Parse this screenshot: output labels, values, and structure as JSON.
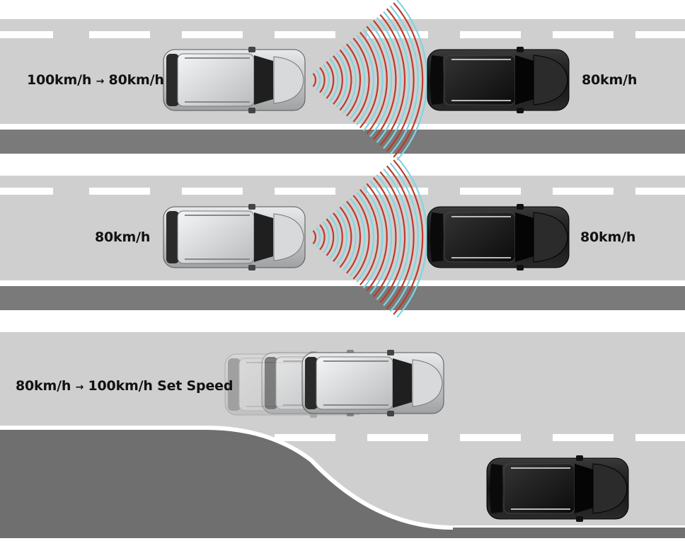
{
  "colors": {
    "road": "#cfcfcf",
    "median": "#7a7a7a",
    "lane_marking": "#ffffff",
    "ego_car": "#c9cbcd",
    "lead_car": "#1c1c1c",
    "radar_red": "#c0392b",
    "radar_cyan": "#7fd6e0",
    "text": "#111111"
  },
  "scene_1": {
    "ego_speed_label": "100km/h",
    "ego_target_label": "80km/h",
    "lead_speed_label": "80km/h"
  },
  "scene_2": {
    "ego_speed_label": "80km/h",
    "lead_speed_label": "80km/h"
  },
  "scene_3": {
    "ego_speed_label": "80km/h",
    "ego_target_label": "100km/h Set Speed"
  },
  "arrow_glyph": "→"
}
